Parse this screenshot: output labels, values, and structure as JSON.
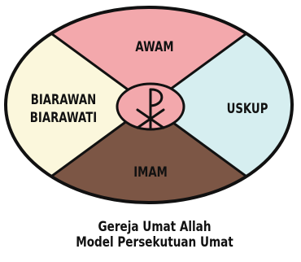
{
  "quadrants": {
    "top": {
      "label": "AWAM",
      "color": "#f3a8ac"
    },
    "right": {
      "label": "USKUP",
      "color": "#d6eef0"
    },
    "bottom": {
      "label": "IMAM",
      "color": "#7c5645"
    },
    "left": {
      "line1": "BIARAWAN",
      "line2": "BIARAWATI",
      "color": "#fbf7dc"
    }
  },
  "center": {
    "symbol": "chi-rho-icon",
    "color": "#f3a8ac"
  },
  "caption": {
    "line1": "Gereja Umat Allah",
    "line2": "Model Persekutuan Umat"
  },
  "colors": {
    "outline": "#111111"
  }
}
